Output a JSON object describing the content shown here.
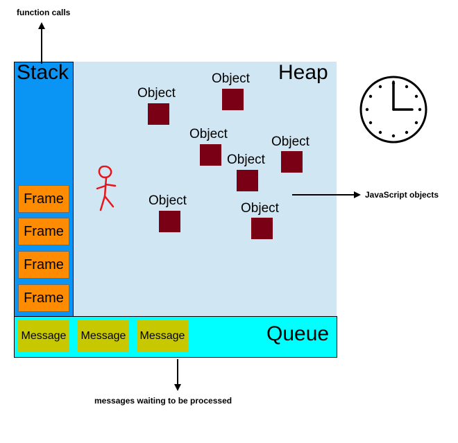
{
  "annotations": {
    "function_calls": "function calls",
    "javascript_objects": "JavaScript objects",
    "messages_waiting": "messages waiting to be processed"
  },
  "stack": {
    "title": "Stack",
    "frames": [
      "Frame",
      "Frame",
      "Frame",
      "Frame"
    ]
  },
  "heap": {
    "title": "Heap",
    "objects": [
      "Object",
      "Object",
      "Object",
      "Object",
      "Object",
      "Object",
      "Object"
    ]
  },
  "queue": {
    "title": "Queue",
    "messages": [
      "Message",
      "Message",
      "Message"
    ]
  },
  "icons": {
    "stick_figure": "stick-figure-icon",
    "clock": "clock-icon"
  },
  "colors": {
    "stack": "#0a94f3",
    "heap": "#d1e6f3",
    "queue": "#00ffff",
    "frame": "#ff8c00",
    "message": "#c8c800",
    "object": "#7a0016",
    "stick_figure": "#e8141c"
  }
}
